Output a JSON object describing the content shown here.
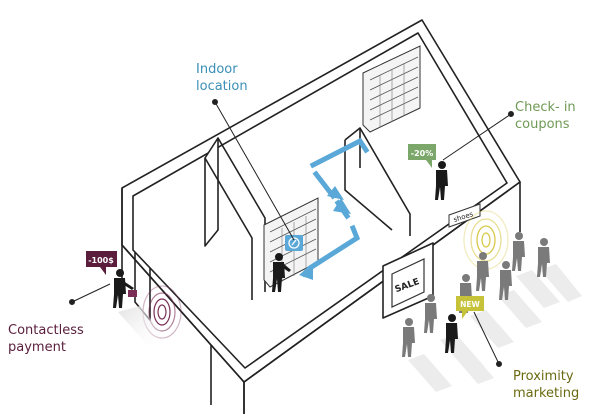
{
  "labels": {
    "indoor_location": [
      "Indoor",
      "location"
    ],
    "check_in_coupons": [
      "Check- in",
      "coupons"
    ],
    "contactless_payment": [
      "Contactless",
      "payment"
    ],
    "proximity_marketing": [
      "Proximity",
      "marketing"
    ]
  },
  "tags": {
    "price_tag": "-100$",
    "coupon_tag": "-20%",
    "new_tag": "NEW",
    "sale_sign": "SALE",
    "shoes_sign": "shoes"
  },
  "colors": {
    "indoor": "#3a8fb7",
    "checkin": "#6f9a55",
    "contactless": "#5a1d3c",
    "proximity": "#b5b21e",
    "arrow": "#5aa8d8",
    "beacon_purple": "#7a2e56",
    "beacon_yellow": "#d8c84a"
  }
}
